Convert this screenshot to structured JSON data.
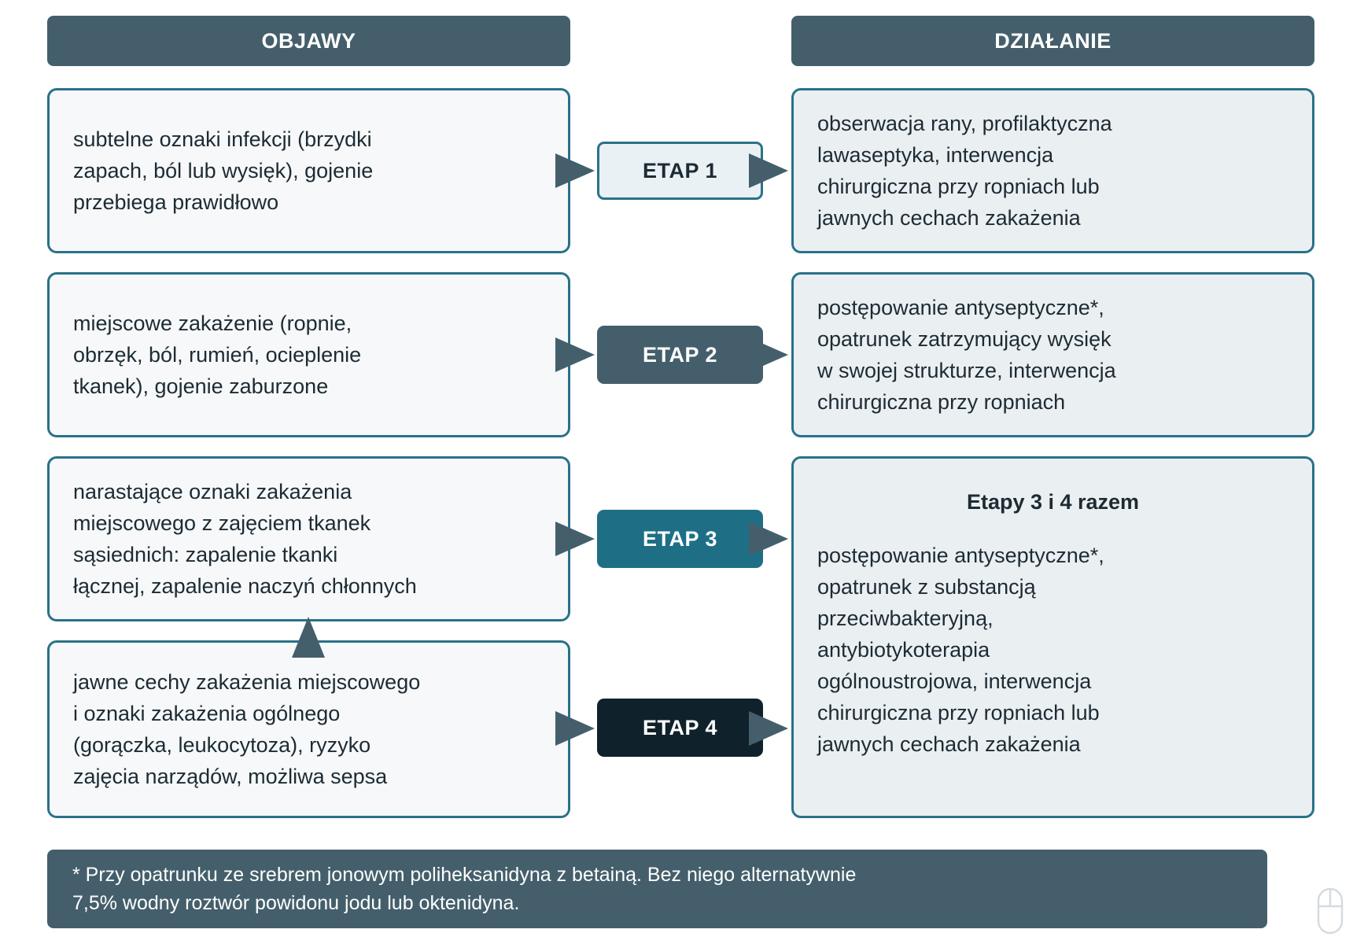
{
  "headers": {
    "left": "OBJAWY",
    "right": "DZIAŁANIE"
  },
  "symptoms": [
    "subtelne oznaki infekcji (brzydki\nzapach, ból lub wysięk), gojenie\nprzebiega prawidłowo",
    "miejscowe zakażenie (ropnie,\nobrzęk, ból, rumień, ocieplenie\ntkanek), gojenie zaburzone",
    "narastające oznaki zakażenia\nmiejscowego z zajęciem tkanek\nsąsiednich: zapalenie tkanki\nłącznej, zapalenie naczyń chłonnych",
    "jawne cechy zakażenia miejscowego\ni oznaki zakażenia ogólnego\n(gorączka, leukocytoza), ryzyko\nzajęcia narządów, możliwa sepsa"
  ],
  "stages": [
    "ETAP 1",
    "ETAP 2",
    "ETAP 3",
    "ETAP 4"
  ],
  "actions": {
    "stage1": "obserwacja rany, profilaktyczna\nlawaseptyka, interwencja\nchirurgiczna przy ropniach lub\njawnych cechach zakażenia",
    "stage2": "postępowanie antyseptyczne*,\nopatrunek zatrzymujący wysięk\nw swojej strukturze, interwencja\nchirurgiczna przy ropniach",
    "stage34_title": "Etapy 3 i 4 razem",
    "stage34": "postępowanie antyseptyczne*,\nopatrunek z substancją\nprzeciwbakteryjną,\nantybiotykoterapia\nogólnoustrojowa, interwencja\nchirurgiczna przy ropniach lub\njawnych cechach zakażenia"
  },
  "footnote": "* Przy opatrunku ze srebrem jonowym poliheksanidyna z betainą. Bez niego alternatywnie\n7,5% wodny roztwór powidonu jodu lub oktenidyna.",
  "colors": {
    "header": "#445f6b",
    "border": "#2a7189",
    "arrow": "#445f6b",
    "stage1": "#eaf1f5",
    "stage2": "#445f6b",
    "stage3": "#1e6f86",
    "stage4": "#0f222b"
  },
  "icons": {
    "scroll": "mouse-icon"
  }
}
